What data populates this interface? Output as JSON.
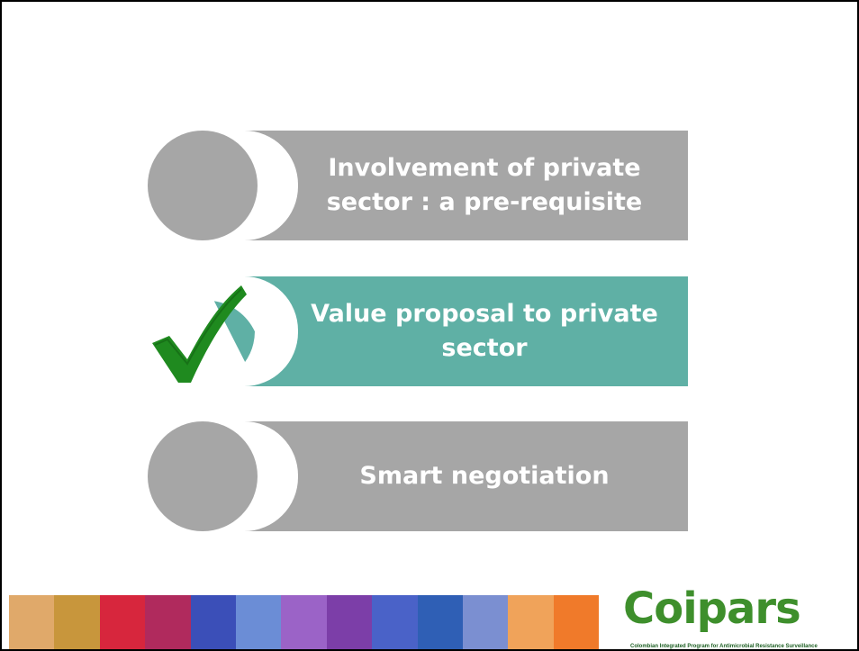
{
  "items": [
    {
      "label": "Involvement of private sector : a pre-requisite",
      "style": "gray"
    },
    {
      "label": "Value proposal to  private sector",
      "style": "teal"
    },
    {
      "label": "Smart negotiation",
      "style": "gray"
    }
  ],
  "colors": {
    "gray": "#a6a6a6",
    "teal": "#5fb0a5",
    "check": "#1f8a1f"
  },
  "logo": {
    "name": "Coipars",
    "tagline": "Colombian Integrated Program for Antimicrobial Resistance Surveillance"
  }
}
